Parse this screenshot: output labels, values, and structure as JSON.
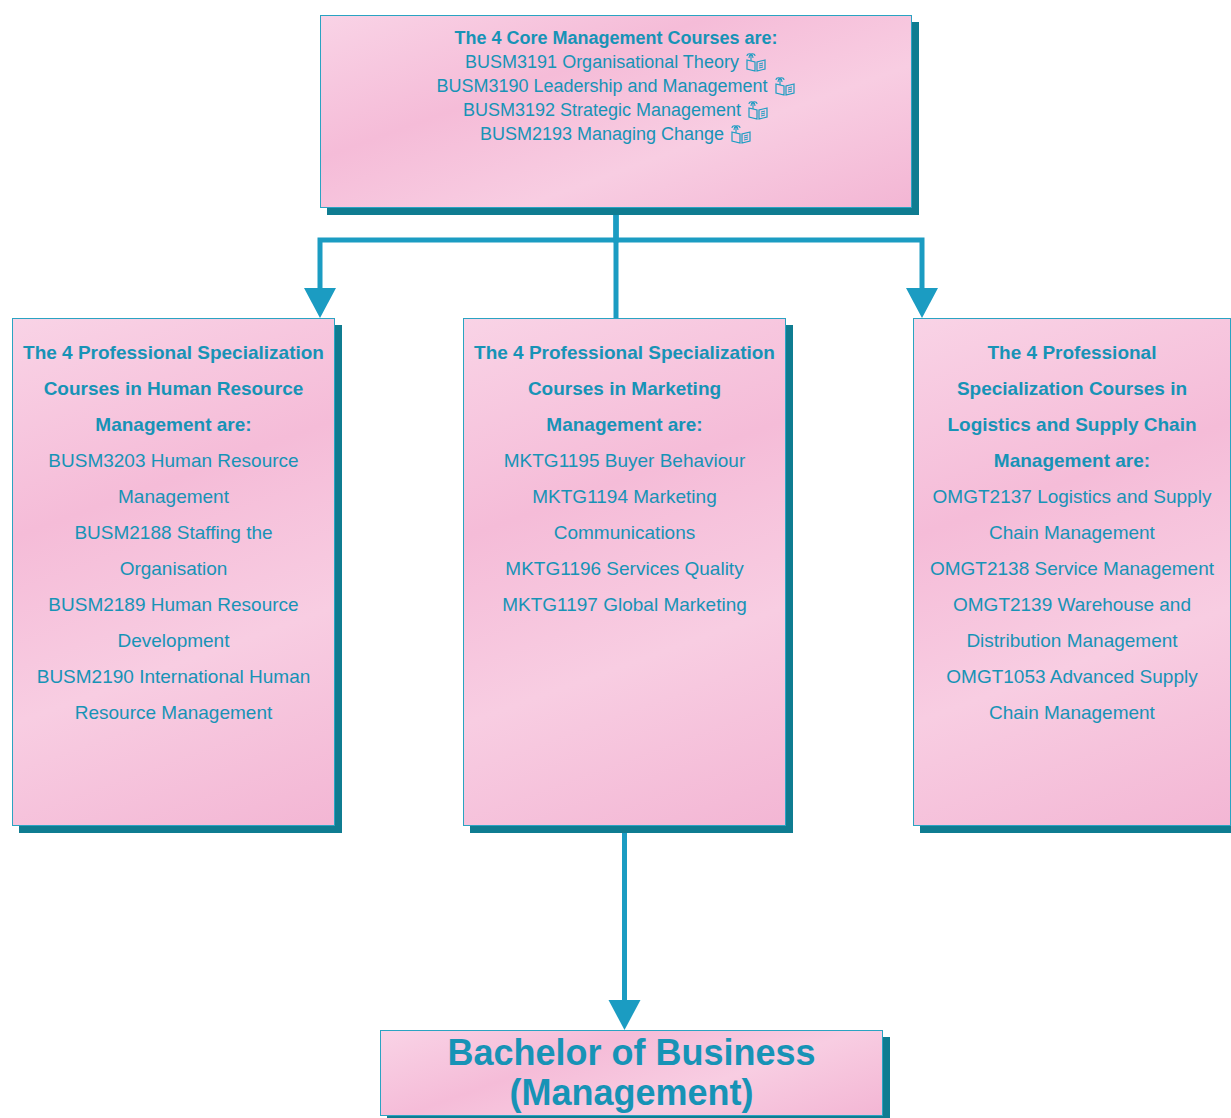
{
  "diagram": {
    "nodes": [
      {
        "text": [
          "The 4 Core Management Courses are:",
          "BUSM3191 Organisational Theory",
          "BUSM3190 Leadership and Management",
          "BUSM3192 Strategic Management",
          "BUSM2193 Managing Change"
        ]
      },
      {
        "text": [
          "The 4 Professional Specialization Courses in Human Resource Management are:",
          "BUSM3203 Human Resource Management",
          "BUSM2188 Staffing the Organisation",
          "BUSM2189 Human Resource Development",
          "BUSM2190 International Human Resource Management"
        ]
      },
      {
        "text": [
          "The 4 Professional Specialization Courses in Marketing Management are:",
          "MKTG1195 Buyer Behaviour",
          "MKTG1194 Marketing Communications",
          "MKTG1196 Services Quality",
          "MKTG1197 Global Marketing"
        ]
      },
      {
        "text": [
          "The 4 Professional Specialization Courses in Logistics and Supply Chain Management are:",
          "OMGT2137 Logistics and Supply Chain Management",
          "OMGT2138 Service Management",
          "OMGT2139 Warehouse and Distribution Management",
          "OMGT1053 Advanced Supply Chain Management"
        ]
      },
      {
        "text": [
          "Bachelor of Business (Management)"
        ]
      }
    ],
    "edges": [
      {
        "from": 0,
        "to": 1,
        "arrow": "to"
      },
      {
        "from": 0,
        "to": 2,
        "arrow": "none"
      },
      {
        "from": 0,
        "to": 3,
        "arrow": "to"
      },
      {
        "from": 2,
        "to": 4,
        "arrow": "to"
      }
    ]
  }
}
